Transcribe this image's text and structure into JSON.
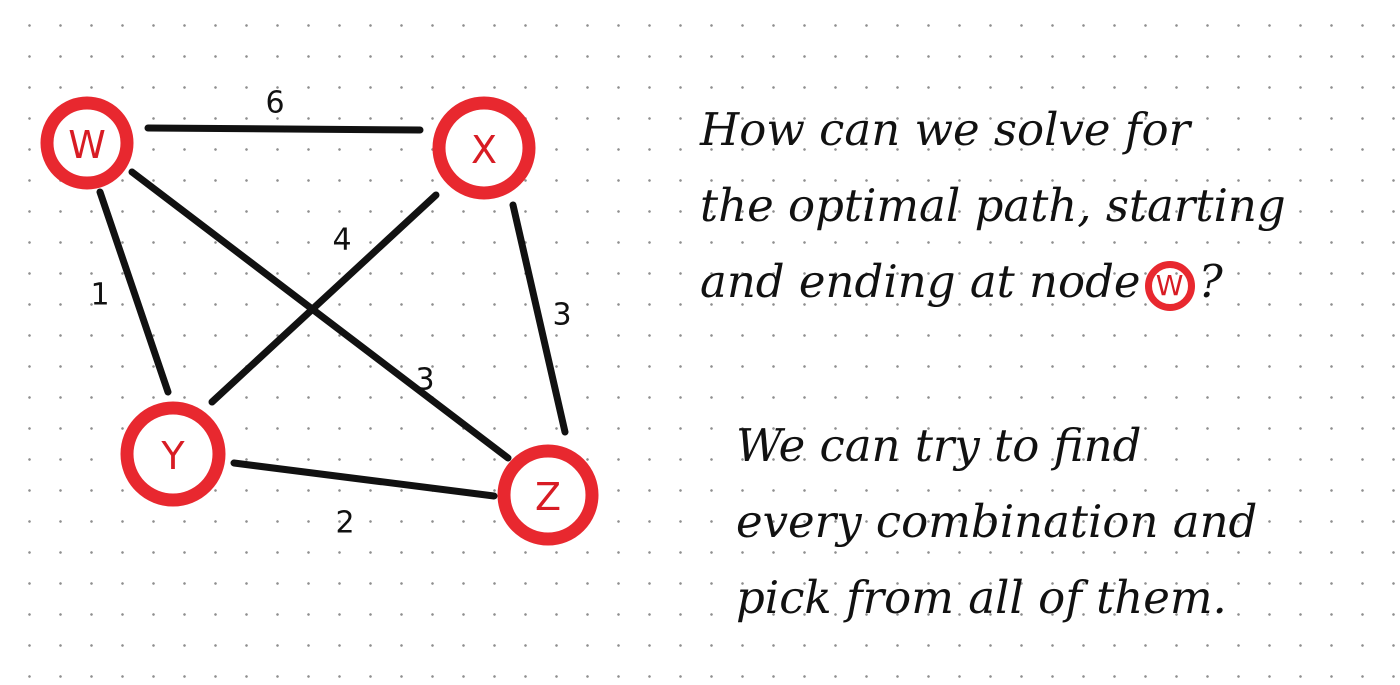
{
  "graph": {
    "nodes": [
      {
        "id": "w",
        "label": "W"
      },
      {
        "id": "x",
        "label": "X"
      },
      {
        "id": "y",
        "label": "Y"
      },
      {
        "id": "z",
        "label": "Z"
      }
    ],
    "edges": [
      {
        "from": "w",
        "to": "x",
        "weight": "6"
      },
      {
        "from": "w",
        "to": "y",
        "weight": "1"
      },
      {
        "from": "x",
        "to": "y",
        "weight": "4"
      },
      {
        "from": "x",
        "to": "z",
        "weight": "3"
      },
      {
        "from": "w",
        "to": "z",
        "weight": "3"
      },
      {
        "from": "y",
        "to": "z",
        "weight": "2"
      }
    ]
  },
  "question": {
    "line1": "How can we solve for",
    "line2": "the optimal path, starting",
    "line3_before": "and ending at node",
    "line3_node": "W",
    "line3_after": "?"
  },
  "answer": {
    "line1": "We can try to find",
    "line2": "every combination and",
    "line3": "pick from all of them."
  },
  "colors": {
    "node_ring": "#e8282f",
    "node_label": "#d81c24",
    "edge": "#111111",
    "text": "#111111"
  }
}
